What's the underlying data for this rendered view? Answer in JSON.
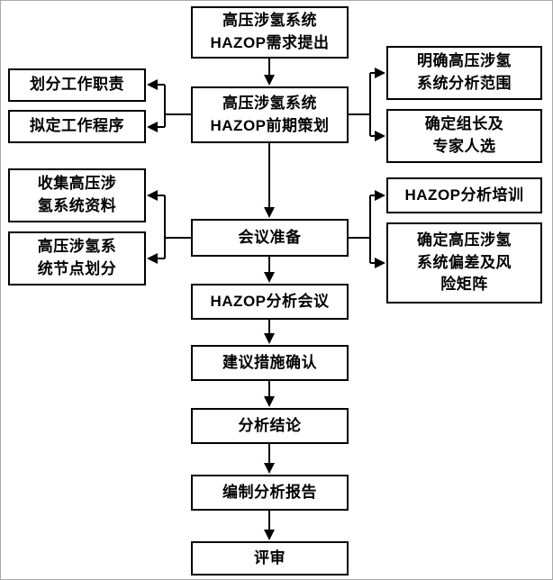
{
  "page": {
    "background_color": "#ffffff",
    "line_color": "#000000"
  },
  "flow": {
    "center_nodes": [
      {
        "label": "高压涉氢系统\nHAZOP需求提出"
      },
      {
        "label": "高压涉氢系统\nHAZOP前期策划"
      },
      {
        "label": "会议准备"
      },
      {
        "label": "HAZOP分析会议"
      },
      {
        "label": "建议措施确认"
      },
      {
        "label": "分析结论"
      },
      {
        "label": "编制分析报告"
      },
      {
        "label": "评审"
      }
    ],
    "left_nodes": [
      {
        "label": "划分工作职责"
      },
      {
        "label": "拟定工作程序"
      },
      {
        "label": "收集高压涉\n氢系统资料"
      },
      {
        "label": "高压涉氢系\n统节点划分"
      }
    ],
    "right_nodes": [
      {
        "label": "明确高压涉氢\n系统分析范围"
      },
      {
        "label": "确定组长及\n专家人选"
      },
      {
        "label": "HAZOP分析培训"
      },
      {
        "label": "确定高压涉氢\n系统偏差及风\n险矩阵"
      }
    ]
  }
}
